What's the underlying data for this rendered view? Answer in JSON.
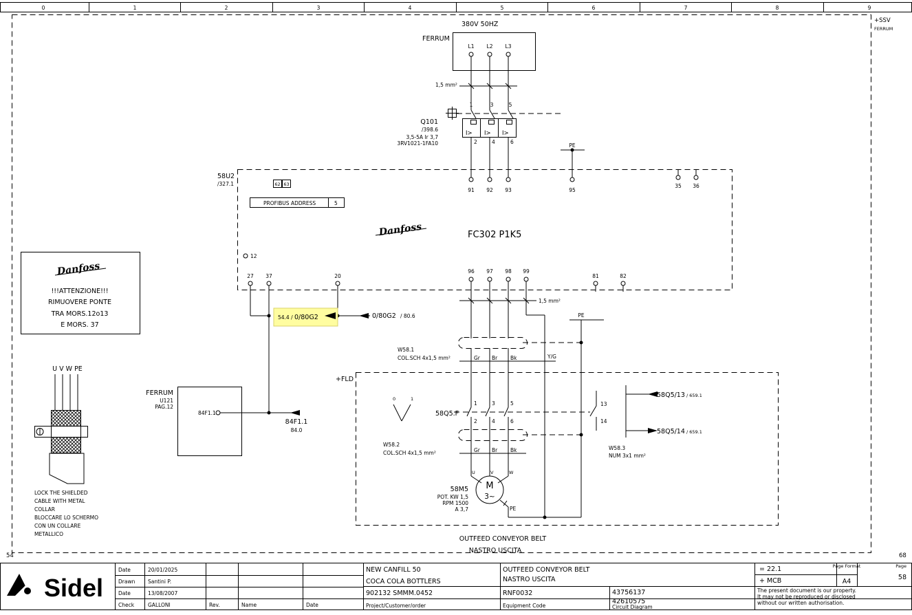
{
  "ruler": {
    "columns": [
      "0",
      "1",
      "2",
      "3",
      "4",
      "5",
      "6",
      "7",
      "8",
      "9"
    ]
  },
  "location": {
    "code": "+SSV",
    "name": "FERRUM"
  },
  "page_refs": {
    "left": "54",
    "right": "68"
  },
  "supply": {
    "label": "380V 50HZ",
    "source": "FERRUM",
    "phases": [
      "L1",
      "L2",
      "L3"
    ],
    "cable": "1,5 mm²"
  },
  "breaker": {
    "id": "Q101",
    "ref": "/398.6",
    "rating": "3,5-5A Ir 3,7",
    "part": "3RV1021-1FA10",
    "top_terms": [
      "1",
      "3",
      "5"
    ],
    "bottom_terms": [
      "2",
      "4",
      "6"
    ],
    "trip": "I>"
  },
  "pe_top": "PE",
  "drive": {
    "id": "58U2",
    "ref": "/327.1",
    "model": "FC302 P1K5",
    "brand": "Danfoss",
    "addr_boxes": [
      "62",
      "63"
    ],
    "profibus_label": "PROFIBUS ADDRESS",
    "profibus_value": "5",
    "top_terms": [
      "91",
      "92",
      "93",
      "95",
      "35",
      "36"
    ],
    "left_term": "12",
    "bottom_terms": [
      "27",
      "37",
      "20",
      "96",
      "97",
      "98",
      "99",
      "81",
      "82"
    ]
  },
  "notice": {
    "brand": "Danfoss",
    "lines": [
      "!!!ATTENZIONE!!!",
      "RIMUOVERE PONTE",
      "TRA MORS.12o13",
      "E MORS. 37"
    ]
  },
  "highlight": {
    "ref_small": "54.4 /",
    "ref_main": "0/80G2"
  },
  "signal_in": {
    "label": "0/80G2",
    "ref": "/ 80.6"
  },
  "motor_cable_label": "1,5 mm²",
  "pe_motor": "PE",
  "cable_w581": {
    "id": "W58.1",
    "spec": "COL.SCH 4x1,5 mm²",
    "cores": [
      "Gr",
      "Br",
      "Bk",
      "Y/G"
    ]
  },
  "fld": {
    "label": "+FLD"
  },
  "switch_58q5": {
    "id": "58Q5.F",
    "positions": [
      "0",
      "1"
    ],
    "top_terms": [
      "1",
      "3",
      "5"
    ],
    "bottom_terms": [
      "2",
      "4",
      "6"
    ],
    "aux_terms": [
      "13",
      "14"
    ]
  },
  "cable_w582": {
    "id": "W58.2",
    "spec": "COL.SCH 4x1,5 mm²",
    "cores": [
      "Gr",
      "Br",
      "Bk"
    ]
  },
  "cable_w583": {
    "id": "W58.3",
    "spec": "NUM 3x1 mm²"
  },
  "q5_refs": [
    {
      "label": "58Q5/13",
      "ref": "/ 659.1"
    },
    {
      "label": "58Q5/14",
      "ref": "/ 659.1"
    }
  ],
  "motor": {
    "id": "58M5",
    "power": "POT. KW 1,5",
    "rpm": "RPM 1500",
    "amps": "A 3,7",
    "symbol_m": "M",
    "symbol_phase": "3~",
    "terms": [
      "U",
      "V",
      "W"
    ],
    "pe": "PE"
  },
  "ferrum_box": {
    "title": "FERRUM",
    "sub1": "U121",
    "sub2": "PAG.12",
    "term": "84F1.1"
  },
  "out_84f": {
    "label": "84F1.1",
    "ref": "84.0"
  },
  "shield": {
    "wires": "U V W PE",
    "note": [
      "LOCK THE SHIELDED",
      "CABLE WITH METAL",
      "COLLAR",
      "BLOCCARE LO SCHERMO",
      "CON UN COLLARE",
      "METALLICO"
    ]
  },
  "caption": {
    "line1": "OUTFEED CONVEYOR BELT",
    "line2": "NASTRO USCITA"
  },
  "title_block": {
    "logo": "Sidel",
    "date_label": "Date",
    "date_value": "20/01/2025",
    "drawn_label": "Drawn",
    "drawn_value": "Santini P.",
    "date2_label": "Date",
    "date2_value": "13/08/2007",
    "check_label": "Check",
    "check_value": "GALLONI",
    "rev_label": "Rev.",
    "name_label": "Name",
    "date3_label": "Date",
    "project1": "NEW CANFILL 50",
    "project2": "COCA COLA BOTTLERS",
    "project3": "902132 SMMM.0452",
    "project_label": "Project/Customer/order",
    "desc1": "OUTFEED CONVEYOR BELT",
    "desc2": "NASTRO USCITA",
    "equip": "RNF0032",
    "equip_label": "Equipment Code",
    "num1": "43756137",
    "num2": "42610575",
    "circuit_label": "Circuit Diagram",
    "func": "= 22.1",
    "loc": "+  MCB",
    "format_label": "Page Format",
    "format": "A4",
    "page_label": "Page",
    "page": "58",
    "notice": [
      "The present document is our property.",
      "It may not be reproduced or disclosed",
      "without our written authorisation."
    ]
  }
}
